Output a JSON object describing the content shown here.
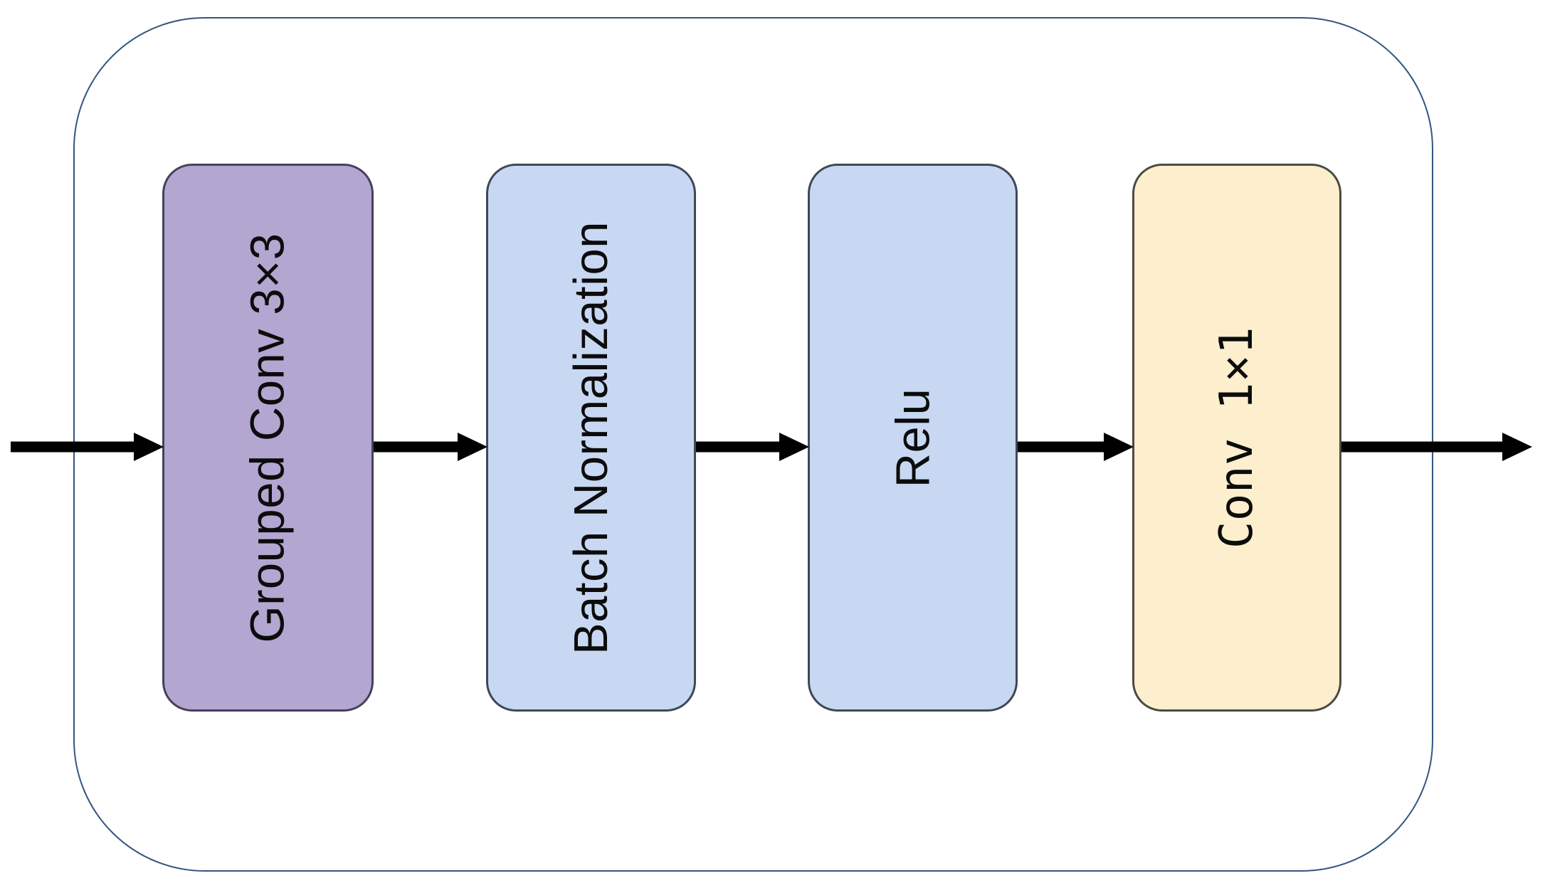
{
  "diagram": {
    "type": "flow-diagram",
    "direction": "left-to-right",
    "arrow_color": "#000000",
    "outer_container": {
      "shape": "rounded-rectangle",
      "border_color": "#33567e",
      "fill": "#ffffff"
    },
    "boxes": [
      {
        "label": "Grouped Conv 3×3",
        "fill": "#b3a6d1",
        "border": "#45415b",
        "text_orientation": "bottom-to-top"
      },
      {
        "label": "Batch Normalization",
        "fill": "#c8d8f3",
        "border": "#3e4857",
        "text_orientation": "bottom-to-top"
      },
      {
        "label": "Relu",
        "fill": "#c8d8f3",
        "border": "#3e4857",
        "text_orientation": "bottom-to-top"
      },
      {
        "label": "Conv 1×1",
        "fill": "#fdefcd",
        "border": "#4c4a43",
        "text_orientation": "bottom-to-top"
      }
    ],
    "arrows": [
      {
        "name": "input-arrow"
      },
      {
        "name": "grouped-conv-to-batch-norm-arrow"
      },
      {
        "name": "batch-norm-to-relu-arrow"
      },
      {
        "name": "relu-to-conv1x1-arrow"
      },
      {
        "name": "output-arrow"
      }
    ]
  }
}
